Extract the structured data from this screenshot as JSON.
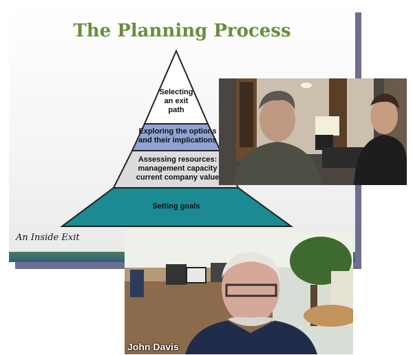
{
  "slide": {
    "title": "The Planning Process",
    "levels": [
      {
        "label": "Selecting an exit path",
        "lines": [
          "Selecting",
          "an exit",
          "path"
        ],
        "color": "#ffffff"
      },
      {
        "label": "Exploring the options and their implications",
        "lines": [
          "Exploring the options",
          "and their implications"
        ],
        "color": "#8fa4d4"
      },
      {
        "label": "Assessing resources: management capacity, current company value",
        "lines": [
          "Assessing resources:",
          "management capacity",
          "current company value"
        ],
        "color": "#dcdcdc"
      },
      {
        "label": "Setting goals",
        "lines": [
          "Setting goals"
        ],
        "color": "#1b8a93"
      }
    ],
    "footer_text": "An Inside Exit"
  },
  "video_tiles": [
    {
      "participant_name": ""
    },
    {
      "participant_name": "John Davis"
    }
  ]
}
